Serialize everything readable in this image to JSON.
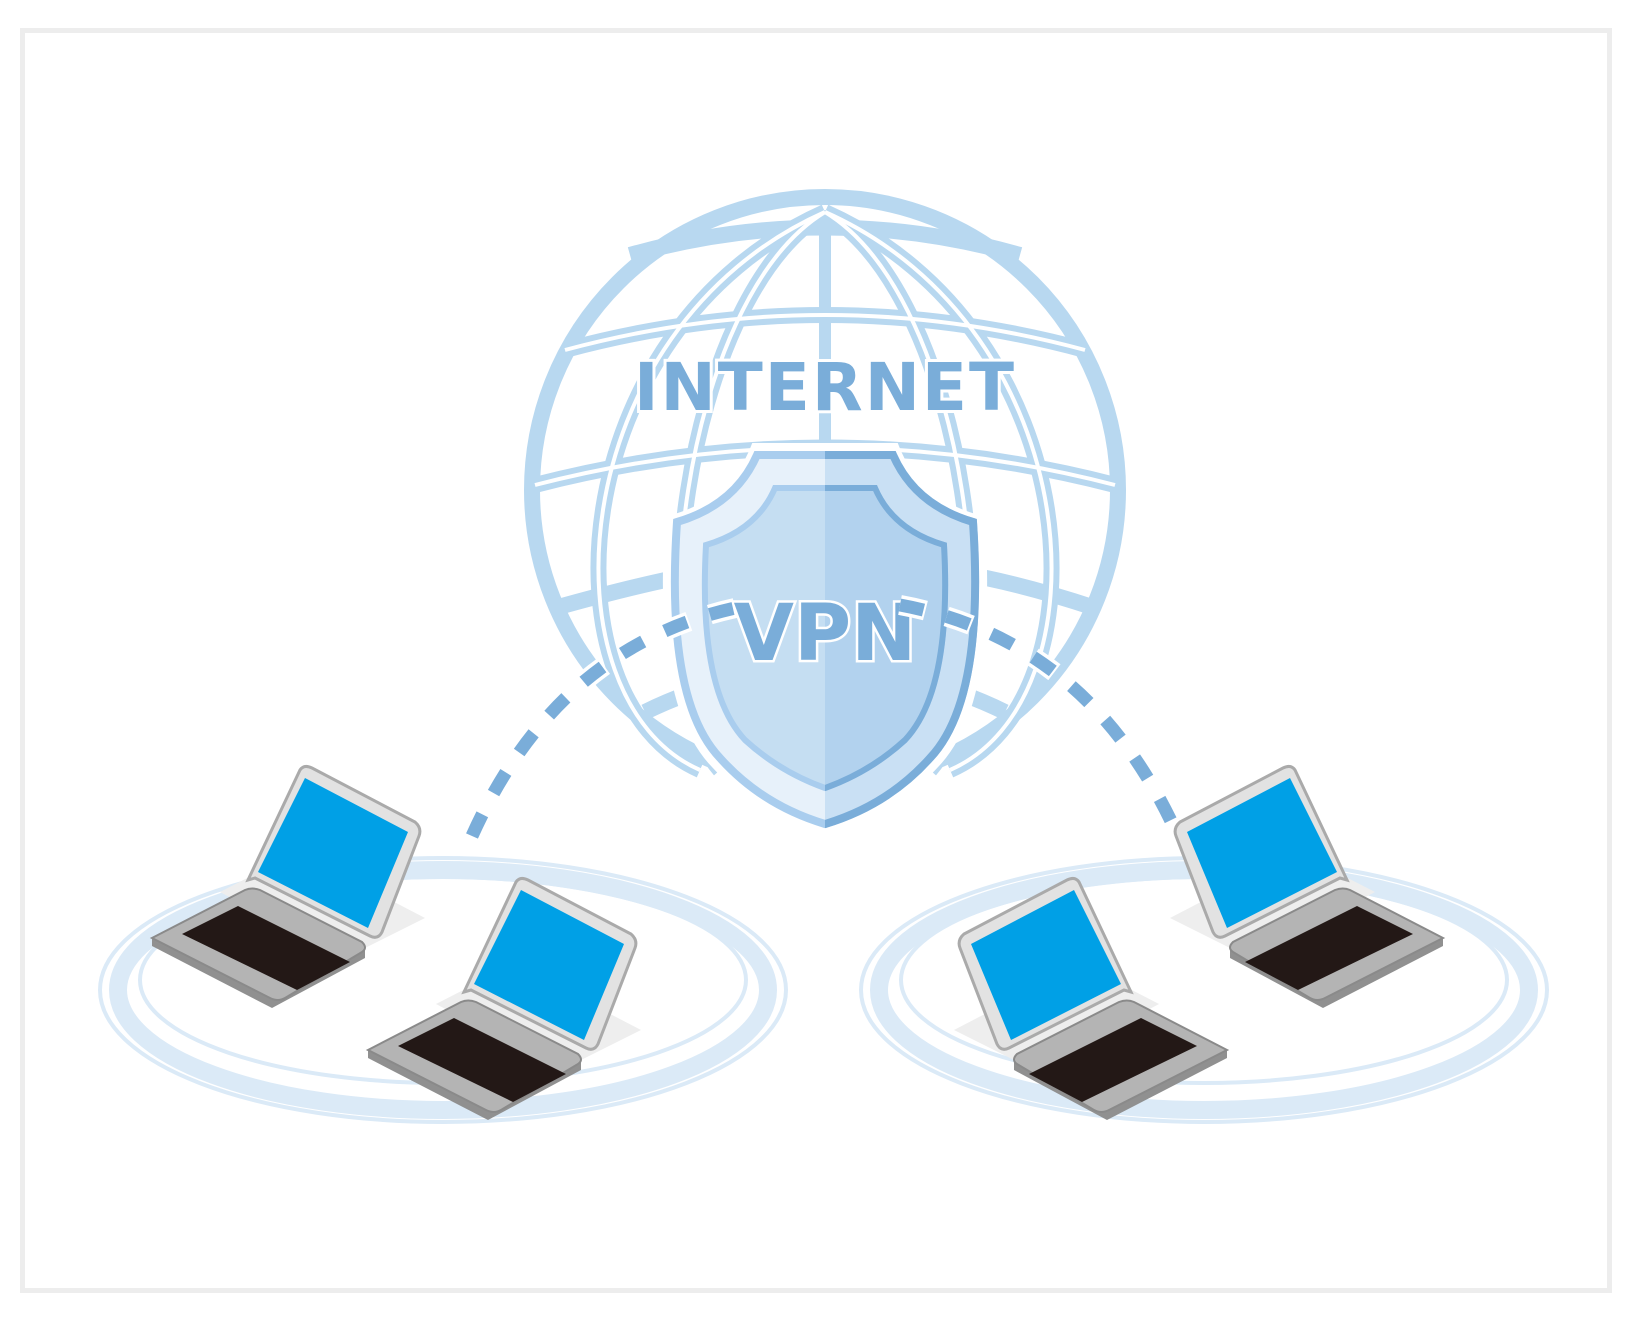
{
  "globe": {
    "label": "INTERNET",
    "line_color": "#b8d8f0",
    "text_color": "#7aadd9"
  },
  "shield": {
    "label": "VPN",
    "color_light": "#c5def2",
    "color_dark": "#7aadd9"
  },
  "connections": {
    "dash_color": "#7aadd9"
  },
  "networks": [
    {
      "id": "left",
      "laptops": 2
    },
    {
      "id": "right",
      "laptops": 2
    }
  ],
  "laptop": {
    "screen_color": "#00a0e6",
    "bezel_color": "#e2e2e2",
    "base_color": "#b4b4b4",
    "keyboard_color": "#231816"
  }
}
